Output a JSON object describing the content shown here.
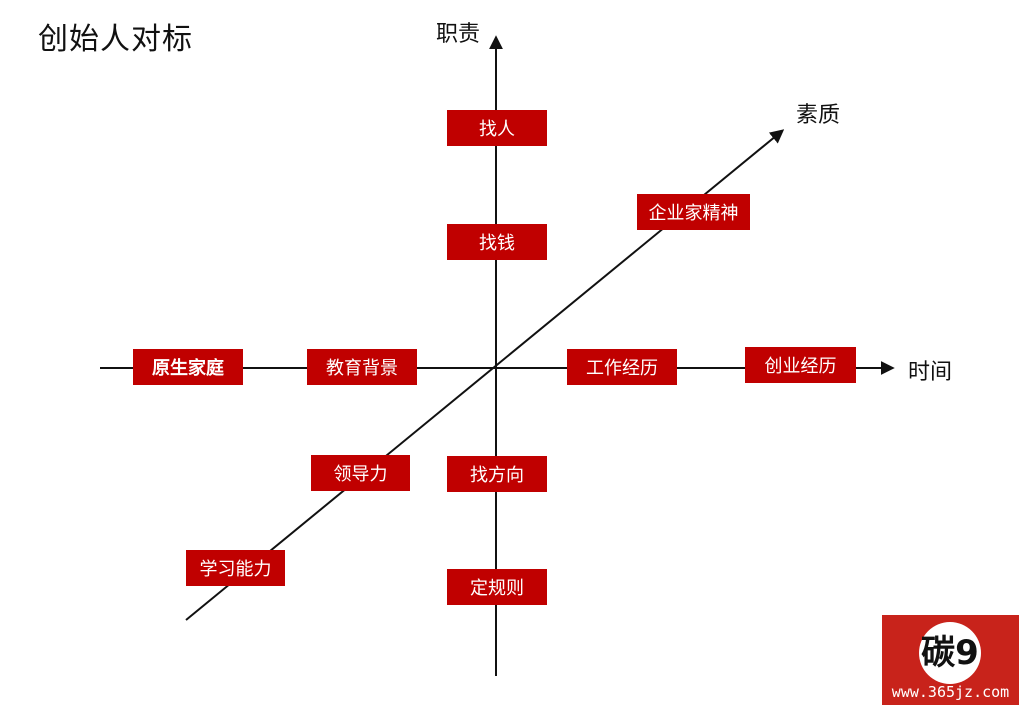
{
  "title": "创始人对标",
  "axes": {
    "y_label": "职责",
    "x_label": "时间",
    "diagonal_label": "素质"
  },
  "boxes": {
    "zhaoren": "找人",
    "zhaoqian": "找钱",
    "qiyejia": "企业家精神",
    "yuansheng": "原生家庭",
    "jiaoyu": "教育背景",
    "gongzuo": "工作经历",
    "chuangye": "创业经历",
    "lingdao": "领导力",
    "zhaofangxiang": "找方向",
    "xuexi": "学习能力",
    "dingguize": "定规则"
  },
  "colors": {
    "box_fill": "#c00000",
    "logo_fill": "#c8231b"
  },
  "logo": {
    "mark": "碳9",
    "url": "www.365jz.com"
  }
}
